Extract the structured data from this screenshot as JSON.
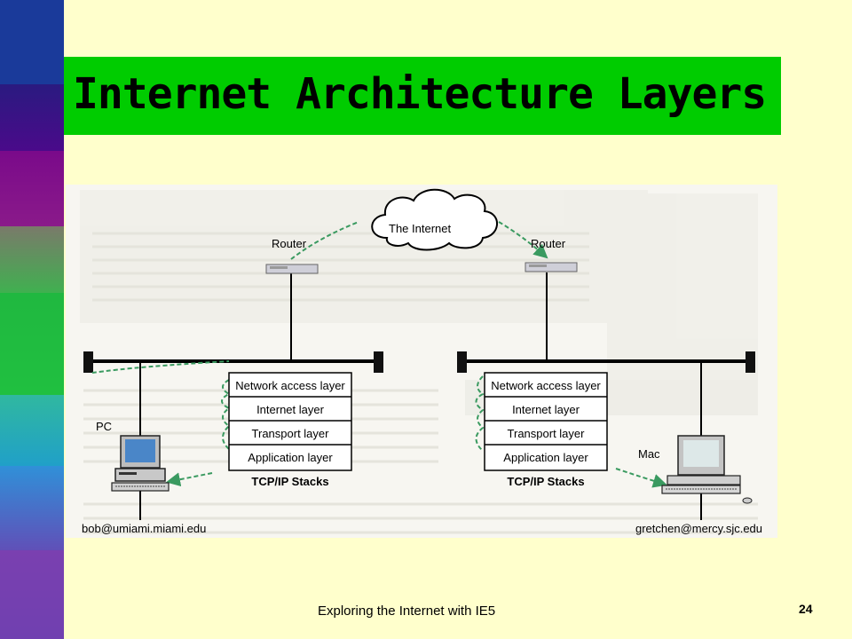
{
  "slide": {
    "title": "Internet Architecture Layers",
    "footer": "Exploring the Internet with IE5",
    "page_number": "24"
  },
  "diagram": {
    "cloud_label": "The Internet",
    "router_left_label": "Router",
    "router_right_label": "Router",
    "pc_label": "PC",
    "mac_label": "Mac",
    "left_email": "bob@umiami.miami.edu",
    "right_email": "gretchen@mercy.sjc.edu",
    "stack_left": {
      "layers": [
        "Network access layer",
        "Internet layer",
        "Transport layer",
        "Application layer"
      ],
      "caption": "TCP/IP Stacks"
    },
    "stack_right": {
      "layers": [
        "Network access layer",
        "Internet layer",
        "Transport layer",
        "Application layer"
      ],
      "caption": "TCP/IP Stacks"
    }
  },
  "colors": {
    "title_bar": "#00cc00",
    "background": "#ffffcc",
    "arrow": "#3a9a60"
  }
}
